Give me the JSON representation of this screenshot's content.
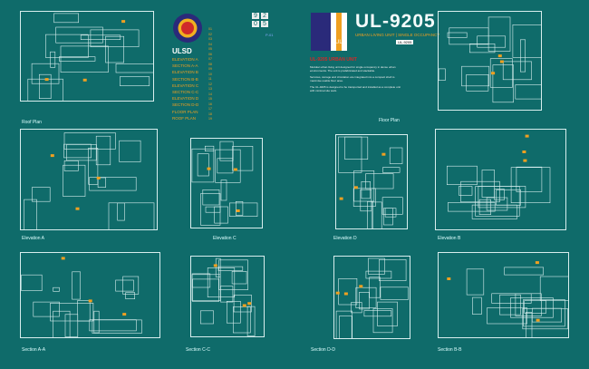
{
  "header": {
    "title": "UL-9205",
    "subtitle": "URBAN LIVING UNIT | SINGLE OCCUPANCY",
    "badge": "UL9",
    "tag": "UL-9205"
  },
  "logo": {
    "code_digits": [
      "9",
      "2",
      "0",
      "5"
    ],
    "code_suffix": "P-01"
  },
  "legend_left": {
    "title": "ULSD",
    "items": [
      "ELEVATION A",
      "SECTION A-A",
      "ELEVATION B",
      "SECTION B-B",
      "ELEVATION C",
      "SECTION C-C",
      "ELEVATION D",
      "SECTION D-D",
      "FLOOR PLAN",
      "ROOF PLAN"
    ]
  },
  "legend_right": {
    "items": [
      "01",
      "02",
      "03",
      "04",
      "05",
      "06",
      "07",
      "08",
      "09",
      "10",
      "11",
      "12",
      "13",
      "14",
      "15",
      "16",
      "17",
      "18",
      "19"
    ]
  },
  "description": {
    "heading": "UL-9205 URBAN UNIT",
    "paragraphs": [
      "Modular urban living unit designed for single occupancy in dense urban environments. The unit is prefabricated and stackable.",
      "Services, storage and circulation are integrated into a compact shell to maximise usable floor area.",
      "The UL-9205 is designed to be transported and installed as a complete unit with minimal site work."
    ]
  },
  "views": [
    {
      "label": "Roof Plan"
    },
    {
      "label": "Floor Plan"
    },
    {
      "label": "Elevation A"
    },
    {
      "label": "Elevation C"
    },
    {
      "label": "Elevation D"
    },
    {
      "label": "Elevation B"
    },
    {
      "label": "Section A-A"
    },
    {
      "label": "Section C-C"
    },
    {
      "label": "Section D-D"
    },
    {
      "label": "Section B-B"
    }
  ],
  "colors": {
    "background": "#0f6b6a",
    "line": "#d8eeee",
    "accent": "#f0a020",
    "red": "#d02a2a",
    "navy": "#2a2a7a"
  }
}
